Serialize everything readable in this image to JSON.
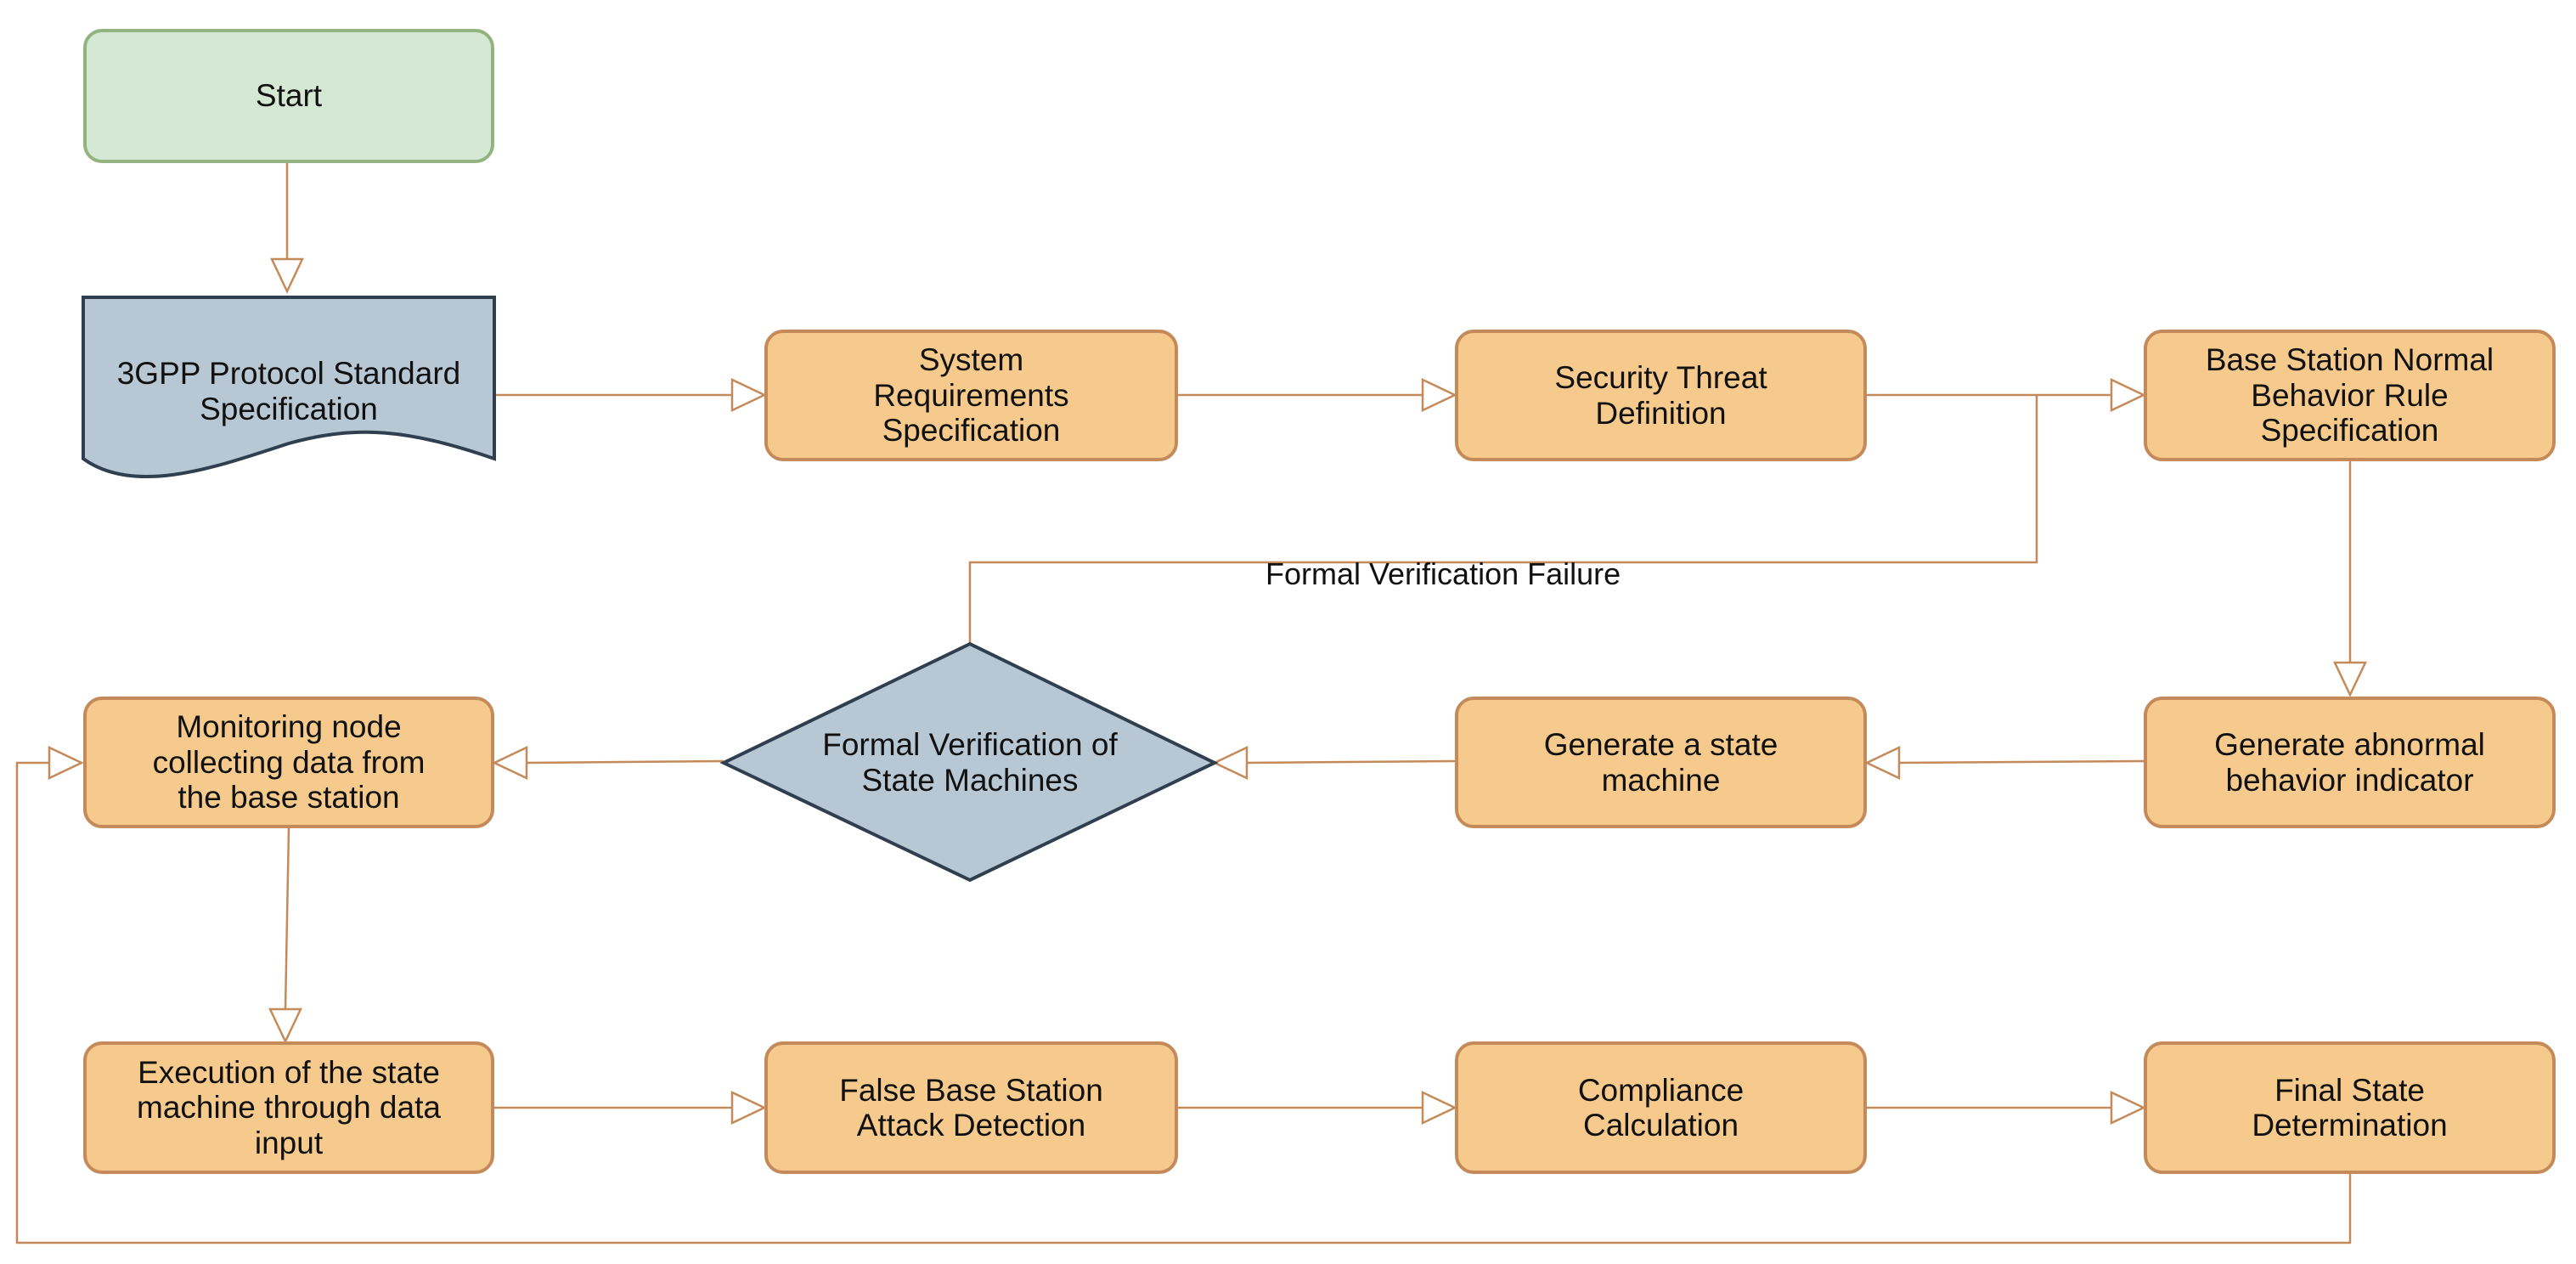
{
  "colors": {
    "start_fill": "#d5e8d4",
    "start_border": "#92b37f",
    "process_fill": "#f5ca8c",
    "process_border": "#c58a5a",
    "slate_fill": "#b8c7d4",
    "slate_border": "#2f3f4f",
    "connector": "#c58a5a"
  },
  "nodes": {
    "start": "Start",
    "protocol_spec": "3GPP Protocol Standard\nSpecification",
    "system_requirements": "System\nRequirements\nSpecification",
    "security_threat": "Security Threat\nDefinition",
    "normal_behavior_rule": "Base Station Normal\nBehavior Rule\nSpecification",
    "abnormal_indicator": "Generate abnormal\nbehavior indicator",
    "generate_state_machine": "Generate a state\nmachine",
    "formal_verification": "Formal Verification of\nState Machines",
    "monitoring_node": "Monitoring node\ncollecting data from\nthe base station",
    "execution_state_machine": "Execution of the state\nmachine through data\ninput",
    "false_bs_detection": "False Base Station\nAttack Detection",
    "compliance_calculation": "Compliance\nCalculation",
    "final_state": "Final State\nDetermination"
  },
  "edge_labels": {
    "verification_failure": "Formal Verification Failure"
  }
}
